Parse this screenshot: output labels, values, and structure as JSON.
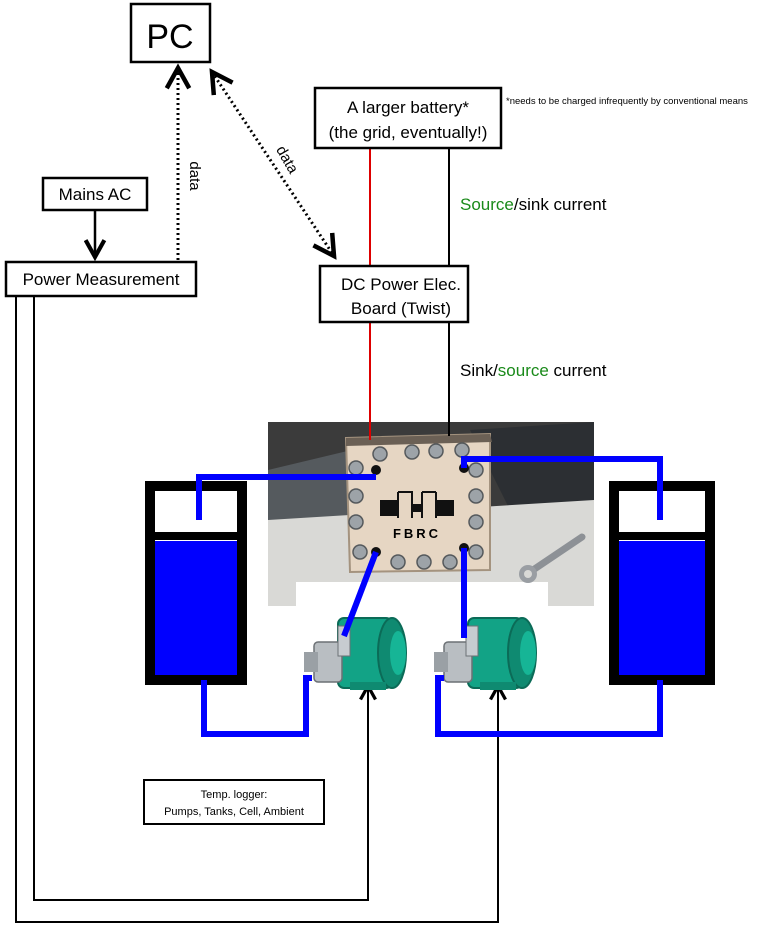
{
  "boxes": {
    "pc": "PC",
    "battery_line1": "A larger battery*",
    "battery_line2": "(the grid, eventually!)",
    "mains": "Mains AC",
    "power_measurement": "Power Measurement",
    "dc_line1": "DC Power Elec.",
    "dc_line2": "Board (Twist)",
    "temp_line1": "Temp. logger:",
    "temp_line2": "Pumps, Tanks, Cell, Ambient"
  },
  "notes": {
    "battery_footnote": "*needs to be charged infrequently by conventional means"
  },
  "labels": {
    "data_left": "data",
    "data_right": "data",
    "upper_current_colored": "Source",
    "upper_current_rest": "/sink current",
    "lower_current_plain": "Sink/",
    "lower_current_colored": "source",
    "lower_current_rest": " current"
  },
  "cell": {
    "logo": "FBRC"
  },
  "colors": {
    "electrolyte": "#0000ff",
    "positive_wire": "#dd0000",
    "source_text": "#1a8a1a",
    "pump_body": "#12a386"
  }
}
